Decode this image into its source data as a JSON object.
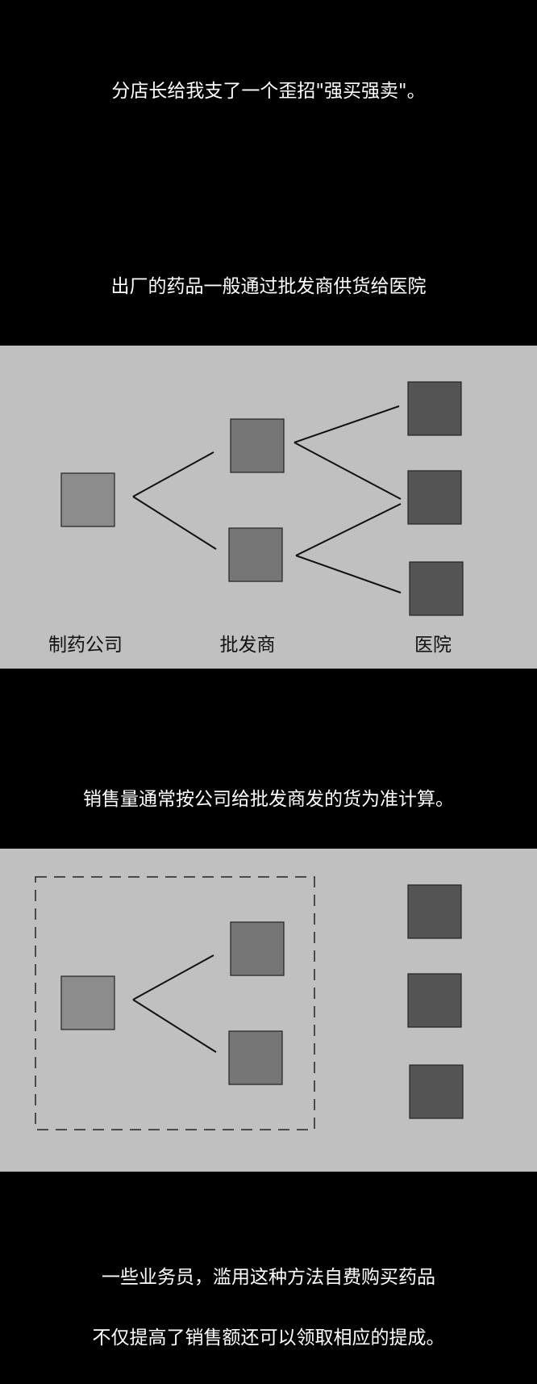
{
  "captions": {
    "line1": "分店长给我支了一个歪招\"强买强卖\"。",
    "line2": "出厂的药品一般通过批发商供货给医院",
    "line3": "销售量通常按公司给批发商发的货为准计算。",
    "line4": "一些业务员，滥用这种方法自费购买药品",
    "line5": "不仅提高了销售额还可以领取相应的提成。"
  },
  "diagram1": {
    "labels": {
      "manufacturer": "制药公司",
      "wholesaler": "批发商",
      "hospital": "医院"
    }
  },
  "colors": {
    "background": "#000000",
    "panel": "#c0c0c0",
    "manufacturer_box": "#8c8c8c",
    "wholesaler_box": "#767676",
    "hospital_box": "#545454",
    "text_light": "#ffffff",
    "text_dark": "#111111"
  }
}
